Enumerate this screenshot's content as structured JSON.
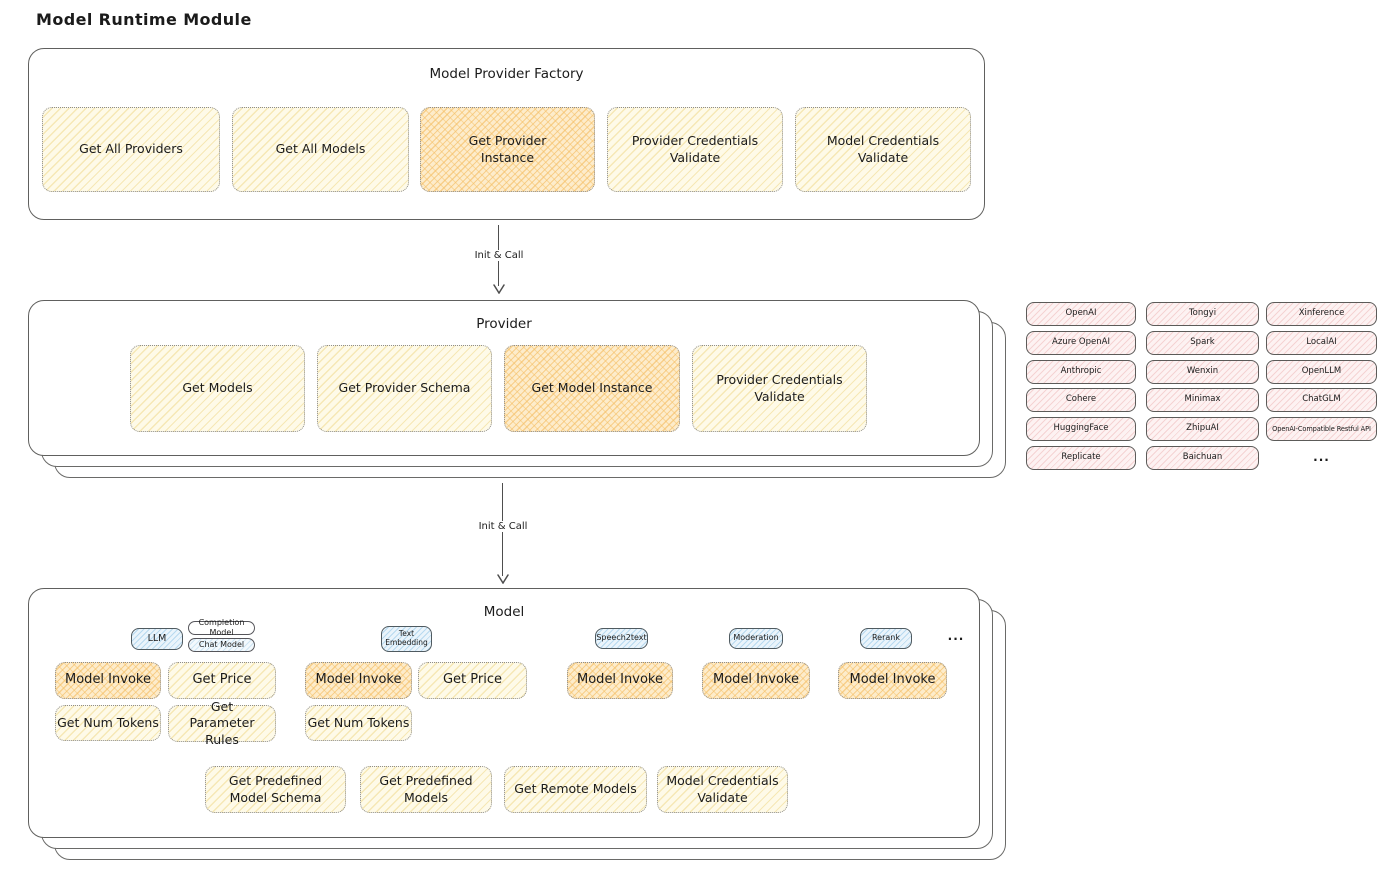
{
  "page": {
    "title": "Model Runtime Module"
  },
  "factory": {
    "title": "Model Provider Factory",
    "buttons": [
      {
        "label": "Get All Providers",
        "highlighted": false
      },
      {
        "label": "Get All Models",
        "highlighted": false
      },
      {
        "label": "Get Provider Instance",
        "highlighted": true
      },
      {
        "label": "Provider Credentials Validate",
        "highlighted": false
      },
      {
        "label": "Model Credentials Validate",
        "highlighted": false
      }
    ]
  },
  "arrows": {
    "factory_to_provider": "Init & Call",
    "provider_to_model": "Init & Call"
  },
  "provider": {
    "title": "Provider",
    "buttons": [
      {
        "label": "Get Models",
        "highlighted": false
      },
      {
        "label": "Get Provider Schema",
        "highlighted": false
      },
      {
        "label": "Get Model Instance",
        "highlighted": true
      },
      {
        "label": "Provider Credentials Validate",
        "highlighted": false
      }
    ]
  },
  "providers_grid": {
    "rows": [
      [
        "OpenAI",
        "Tongyi",
        "Xinference"
      ],
      [
        "Azure OpenAI",
        "Spark",
        "LocalAI"
      ],
      [
        "Anthropic",
        "Wenxin",
        "OpenLLM"
      ],
      [
        "Cohere",
        "Minimax",
        "ChatGLM"
      ],
      [
        "HuggingFace",
        "ZhipuAI",
        "OpenAI-Compatible Restful API"
      ],
      [
        "Replicate",
        "Baichuan"
      ]
    ],
    "more": "..."
  },
  "model": {
    "title": "Model",
    "tabs": {
      "llm": "LLM",
      "completion_model": "Completion Model",
      "chat_model": "Chat Model",
      "text_embedding": "Text Embedding",
      "speech2text": "Speech2text",
      "moderation": "Moderation",
      "rerank": "Rerank",
      "more": "..."
    },
    "actions": {
      "model_invoke": "Model Invoke",
      "get_price": "Get Price",
      "get_num_tokens": "Get Num Tokens",
      "get_parameter_rules": "Get Parameter Rules"
    },
    "bottom_actions": [
      {
        "label": "Get Predefined Model Schema"
      },
      {
        "label": "Get Predefined Models"
      },
      {
        "label": "Get Remote Models"
      },
      {
        "label": "Model Credentials Validate"
      }
    ]
  },
  "colors": {
    "yellow_fill": "#fefae8",
    "yellow_hatch": "#eed88a",
    "orange_fill": "#fdeccb",
    "orange_hatch": "#f4bc60",
    "pink_fill": "#fdf2f2",
    "pink_hatch": "#eebaba",
    "blue_fill": "#eaf4fb",
    "blue_hatch": "#96c8e8",
    "stroke": "#1b1b1b",
    "border": "#60605e"
  }
}
